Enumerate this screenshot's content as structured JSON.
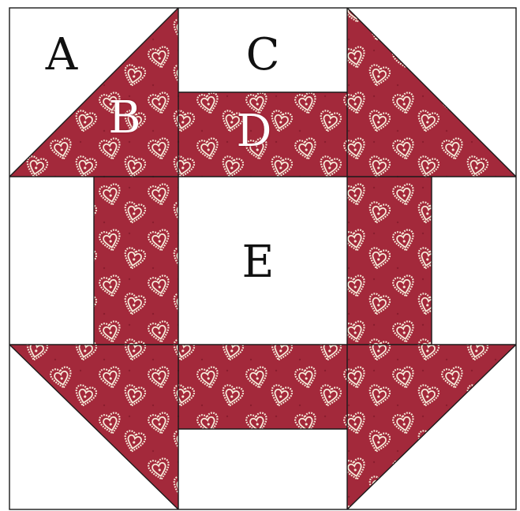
{
  "block": {
    "labels": {
      "a": "A",
      "b": "B",
      "c": "C",
      "d": "D",
      "e": "E"
    }
  },
  "colors": {
    "background": "#ffffff",
    "fabric_red": "#a3293b",
    "fabric_red_dark": "#8a1d2e",
    "heart_cream": "#f6ead8",
    "seam_line": "#1a1a1a"
  },
  "fabric": {
    "pattern": "hearts-print"
  }
}
